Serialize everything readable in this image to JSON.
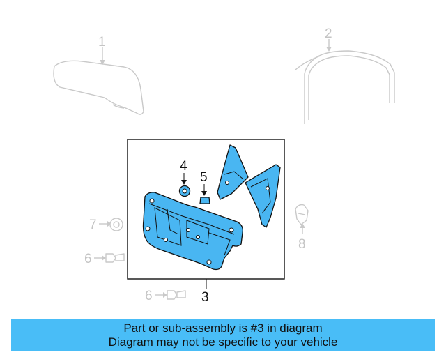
{
  "callouts": {
    "c1": "1",
    "c2": "2",
    "c3": "3",
    "c4": "4",
    "c5": "5",
    "c6a": "6",
    "c6b": "6",
    "c7": "7",
    "c8": "8"
  },
  "banner": {
    "line1": "Part or sub-assembly is #3 in diagram",
    "line2": "Diagram may not be specific to your vehicle"
  },
  "colors": {
    "highlight": "#49b6f2",
    "banner_bg": "#49bdf7",
    "ghost": "#c9c9c9"
  }
}
